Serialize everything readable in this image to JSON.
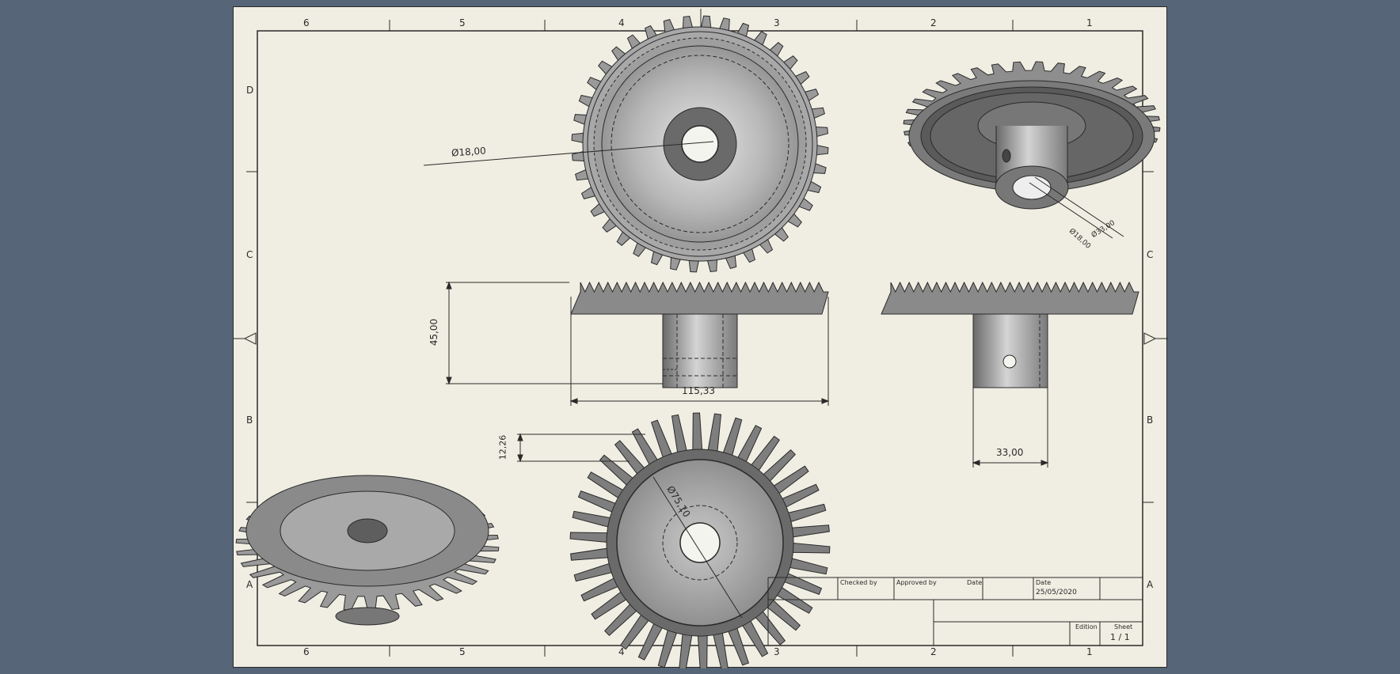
{
  "border": {
    "columns": [
      "6",
      "5",
      "4",
      "3",
      "2",
      "1"
    ],
    "rows": [
      "D",
      "C",
      "B",
      "A"
    ]
  },
  "dimensions": {
    "front_bore": "Ø18,00",
    "height": "45,00",
    "width": "115,33",
    "hub_width": "33,00",
    "tooth": "12,26",
    "back_dia": "Ø75,10",
    "iso_outer": "Ø33,00",
    "iso_inner": "Ø18,00"
  },
  "title_block": {
    "checked_by": "Checked by",
    "approved_by": "Approved by",
    "date_col": "Date",
    "date_label": "Date",
    "date_value": "25/05/2020",
    "edition": "Edition",
    "sheet_label": "Sheet",
    "sheet_value": "1 / 1"
  },
  "colors": {
    "background": "#566577",
    "paper": "#f0eee2",
    "line": "#2a2a2a",
    "gear_light": "#b6b6b6",
    "gear_dark": "#5a5a5a"
  }
}
